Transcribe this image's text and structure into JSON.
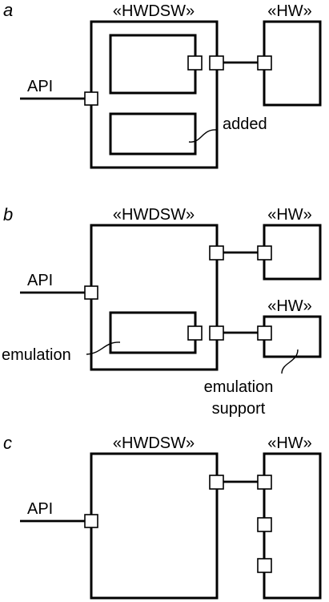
{
  "panels": {
    "a": {
      "letter": "a",
      "component_label": "«HWDSW»",
      "hw_label": "«HW»",
      "api_label": "API",
      "annotation": "added"
    },
    "b": {
      "letter": "b",
      "component_label": "«HWDSW»",
      "hw_top_label": "«HW»",
      "hw_bottom_label": "«HW»",
      "api_label": "API",
      "annotation_left": "emulation",
      "annotation_right_line1": "emulation",
      "annotation_right_line2": "support"
    },
    "c": {
      "letter": "c",
      "component_label": "«HWDSW»",
      "hw_label": "«HW»",
      "api_label": "API"
    }
  }
}
